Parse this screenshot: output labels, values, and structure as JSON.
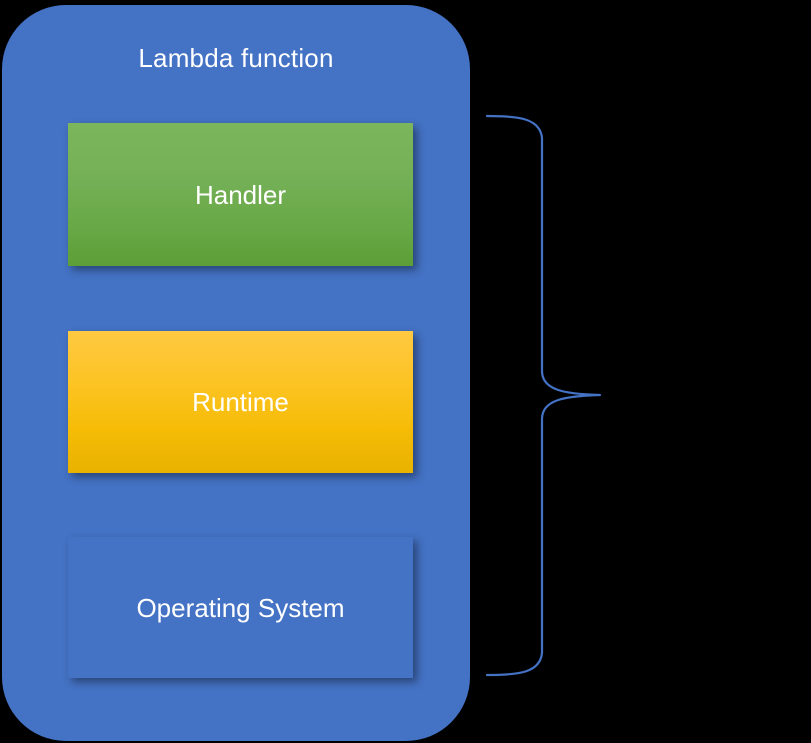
{
  "diagram": {
    "type": "layered-block-diagram",
    "background_color": "#000000",
    "container": {
      "title": "Lambda function",
      "fill_color": "#4472c4",
      "title_color": "#ffffff",
      "shape": "rounded-rectangle"
    },
    "layers": [
      {
        "label": "Handler",
        "color_top": "#7cb65c",
        "color_bottom": "#5d9e38",
        "text_color": "#ffffff",
        "order": 1
      },
      {
        "label": "Runtime",
        "color_top": "#ffc942",
        "color_bottom": "#e8b200",
        "text_color": "#ffffff",
        "order": 2
      },
      {
        "label": "Operating System",
        "color_top": "#f3925f",
        "color_bottom": "#ec7120",
        "text_color": "#ffffff",
        "order": 3
      }
    ],
    "annotation": {
      "brace": {
        "name": "right-curly-brace",
        "color": "#4472c4",
        "orientation": "opens-left",
        "label": ""
      }
    }
  }
}
